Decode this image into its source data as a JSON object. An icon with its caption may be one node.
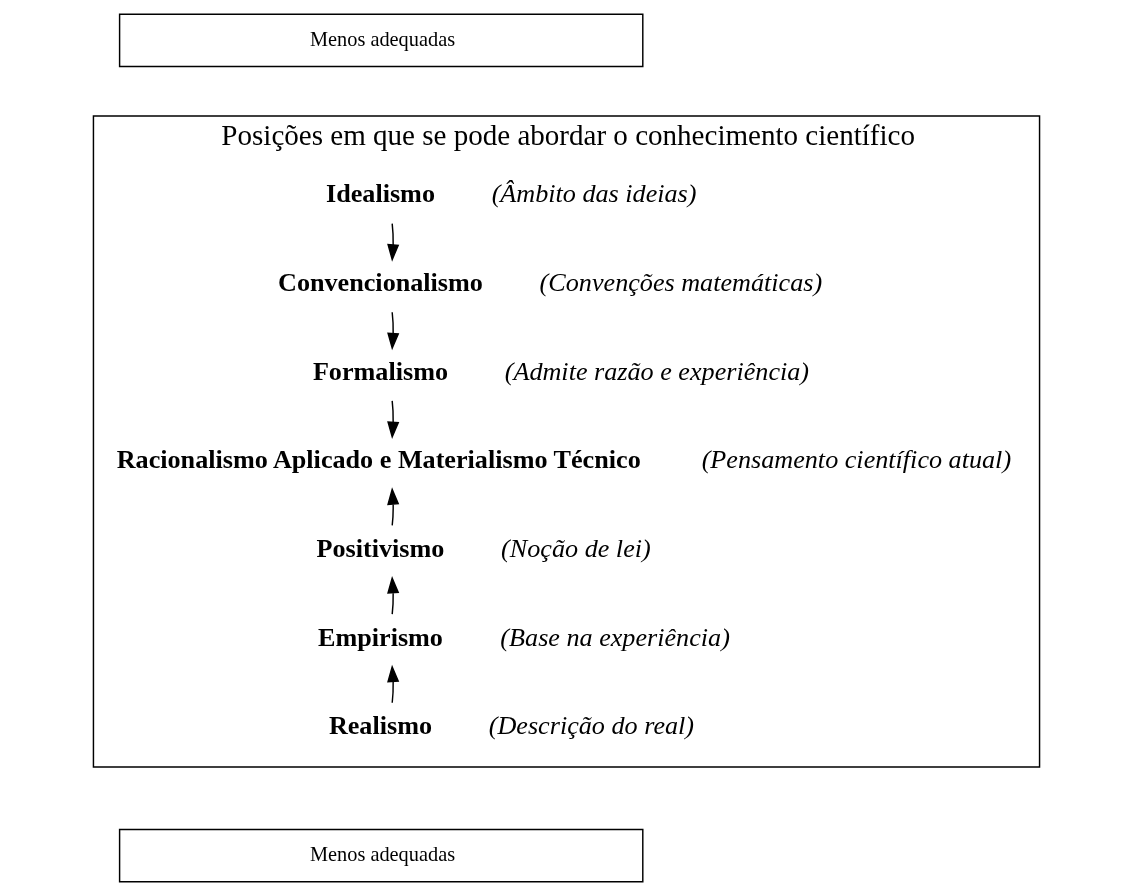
{
  "diagram": {
    "nodes": [
      {
        "text": [
          "Menos adequadas"
        ]
      },
      {
        "text": [
          "Posições em que se pode abordar o conhecimento científico"
        ]
      },
      {
        "text": [
          "Idealismo"
        ],
        "in": 1,
        "beside": [
          "(Âmbito das ideias)"
        ]
      },
      {
        "text": [
          "Convencionalismo"
        ],
        "in": 1,
        "beside": [
          "(Convenções matemáticas)"
        ]
      },
      {
        "text": [
          "Formalismo"
        ],
        "in": 1,
        "beside": [
          "(Admite razão e experiência)"
        ]
      },
      {
        "text": [
          "Racionalismo Aplicado e Materialismo Técnico"
        ],
        "in": 1,
        "beside": [
          "(Pensamento científico atual)"
        ]
      },
      {
        "text": [
          "Positivismo"
        ],
        "in": 1,
        "beside": [
          "(Noção de lei)"
        ]
      },
      {
        "text": [
          "Empirismo"
        ],
        "in": 1,
        "beside": [
          "(Base na experiência)"
        ]
      },
      {
        "text": [
          "Realismo"
        ],
        "in": 1,
        "beside": [
          "(Descrição do real)"
        ]
      },
      {
        "text": [
          "Menos adequadas"
        ]
      }
    ],
    "edges": [
      {
        "from": 2,
        "to": 3,
        "arrow": "to"
      },
      {
        "from": 3,
        "to": 4,
        "arrow": "to"
      },
      {
        "from": 4,
        "to": 5,
        "arrow": "to"
      },
      {
        "from": 8,
        "to": 7,
        "arrow": "to"
      },
      {
        "from": 7,
        "to": 6,
        "arrow": "to"
      },
      {
        "from": 6,
        "to": 5,
        "arrow": "to"
      }
    ]
  }
}
